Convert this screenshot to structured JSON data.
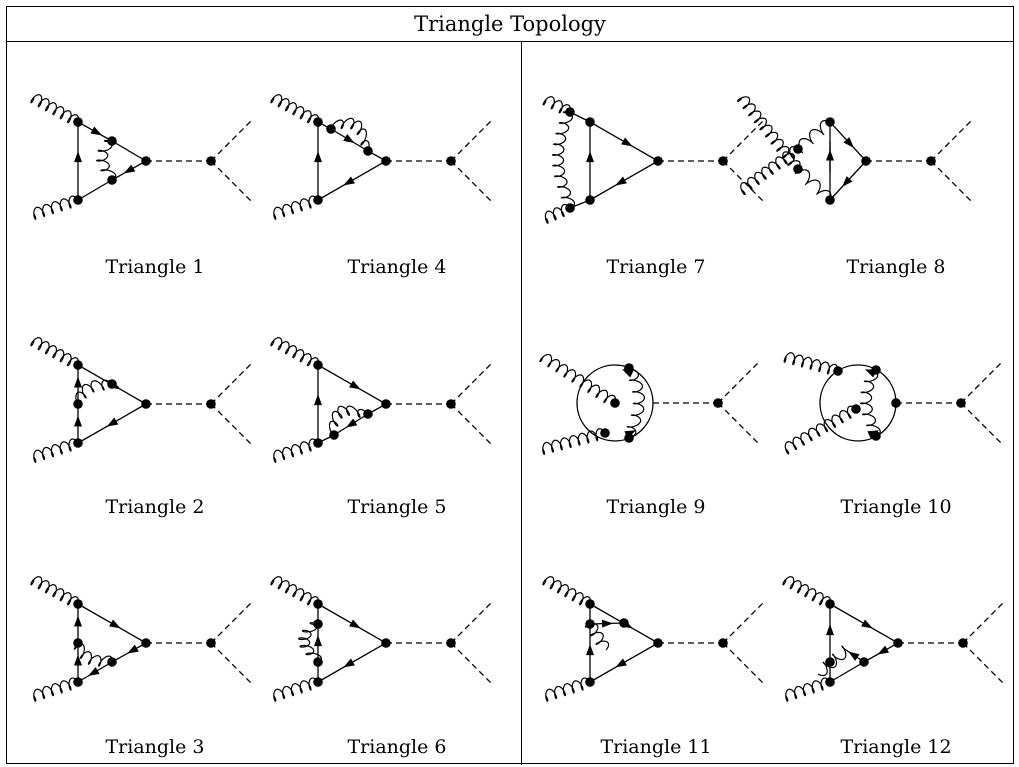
{
  "title": "Triangle Topology",
  "diagrams": [
    {
      "id": 1,
      "label": "Triangle 1"
    },
    {
      "id": 2,
      "label": "Triangle 2"
    },
    {
      "id": 3,
      "label": "Triangle 3"
    },
    {
      "id": 4,
      "label": "Triangle 4"
    },
    {
      "id": 5,
      "label": "Triangle 5"
    },
    {
      "id": 6,
      "label": "Triangle 6"
    },
    {
      "id": 7,
      "label": "Triangle 7"
    },
    {
      "id": 8,
      "label": "Triangle 8"
    },
    {
      "id": 9,
      "label": "Triangle 9"
    },
    {
      "id": 10,
      "label": "Triangle 10"
    },
    {
      "id": 11,
      "label": "Triangle 11"
    },
    {
      "id": 12,
      "label": "Triangle 12"
    }
  ]
}
